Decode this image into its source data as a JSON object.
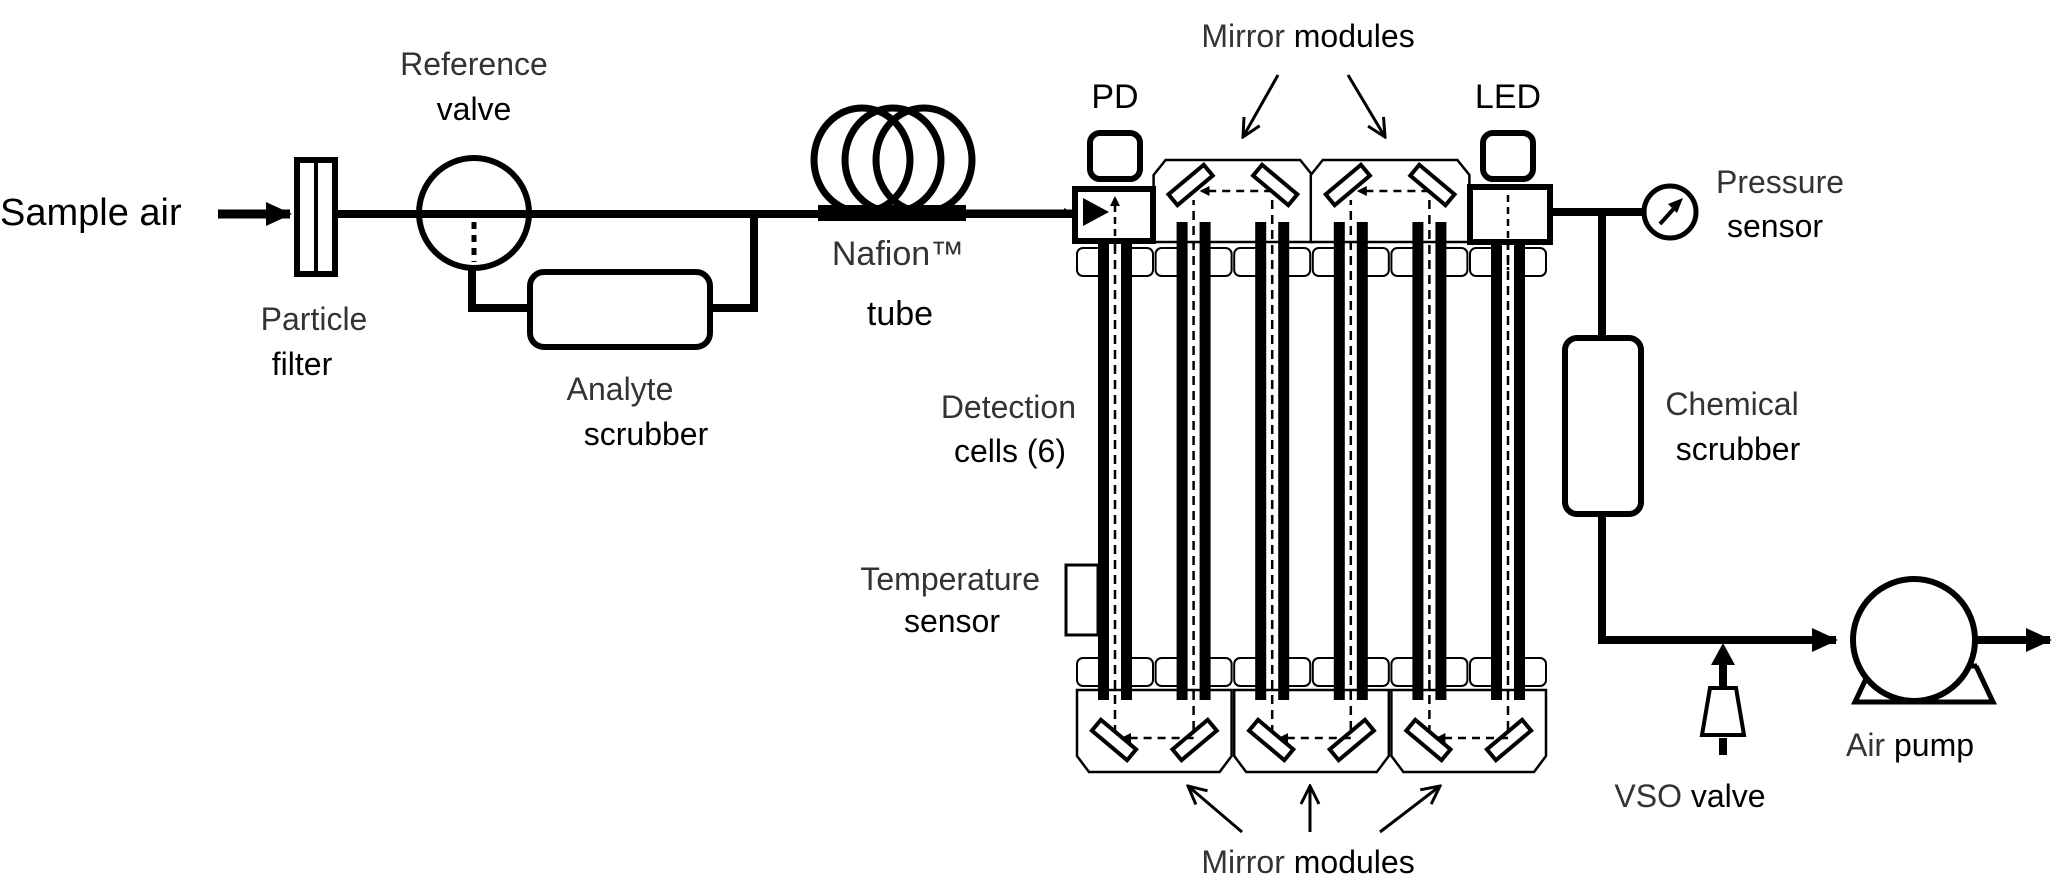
{
  "title": "Multi-pass absorption instrument flow schematic",
  "labels": {
    "sample_air": "Sample air",
    "reference_valve_1": "Reference",
    "reference_valve_2": "valve",
    "particle_filter_1": "Particle",
    "particle_filter_2": "filter",
    "analyte_scrubber_1": "Analyte",
    "analyte_scrubber_2": "scrubber",
    "nafion_1": "Nafion™",
    "nafion_2": "tube",
    "pd": "PD",
    "led": "LED",
    "mirror_modules_top_1": "Mirror",
    "mirror_modules_top_2": "modules",
    "mirror_modules_bottom_1": "Mirror",
    "mirror_modules_bottom_2": "modules",
    "detection_cells_1": "Detection",
    "detection_cells_2": "cells (6)",
    "temperature_sensor_1": "Temperature",
    "temperature_sensor_2": "sensor",
    "pressure_sensor_1": "Pressure",
    "pressure_sensor_2": "sensor",
    "chemical_scrubber_1": "Chemical",
    "chemical_scrubber_2": "scrubber",
    "vso_valve_1": "VSO",
    "vso_valve_2": "valve",
    "air_pump_1": "Air",
    "air_pump_2": "pump"
  },
  "components": {
    "detection_cell_count": 6,
    "top_mirror_module_count": 2,
    "bottom_mirror_module_count": 3
  },
  "colors": {
    "ink": "#000000",
    "background": "#ffffff"
  }
}
